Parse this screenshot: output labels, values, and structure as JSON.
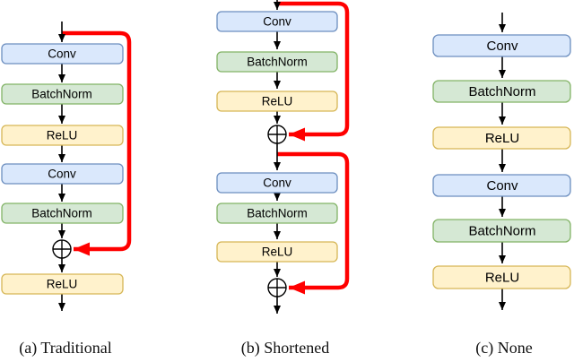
{
  "diagram": {
    "description_visible_text_only": "Three block diagrams comparing skip connection styles",
    "colors": {
      "conv_fill": "#dae8fc",
      "conv_stroke": "#6c8ebf",
      "batchnorm_fill": "#d5e8d4",
      "batchnorm_stroke": "#82b366",
      "relu_fill": "#fff2cc",
      "relu_stroke": "#d6b656",
      "skip_arrow": "#ff0000",
      "flow_arrow": "#000000",
      "background": "#ffffff"
    },
    "columns": [
      {
        "caption": "(a) Traditional",
        "blocks": [
          {
            "kind": "box",
            "style": "conv",
            "label": "Conv"
          },
          {
            "kind": "box",
            "style": "batchnorm",
            "label": "BatchNorm"
          },
          {
            "kind": "box",
            "style": "relu",
            "label": "ReLU"
          },
          {
            "kind": "box",
            "style": "conv",
            "label": "Conv"
          },
          {
            "kind": "box",
            "style": "batchnorm",
            "label": "BatchNorm"
          },
          {
            "kind": "add",
            "label": "⊕"
          },
          {
            "kind": "box",
            "style": "relu",
            "label": "ReLU"
          }
        ],
        "skip_arrows": [
          {
            "from": "input-before-first-conv",
            "to": "add-node-1"
          }
        ]
      },
      {
        "caption": "(b) Shortened",
        "blocks": [
          {
            "kind": "box",
            "style": "conv",
            "label": "Conv"
          },
          {
            "kind": "box",
            "style": "batchnorm",
            "label": "BatchNorm"
          },
          {
            "kind": "box",
            "style": "relu",
            "label": "ReLU"
          },
          {
            "kind": "add",
            "label": "⊕"
          },
          {
            "kind": "box",
            "style": "conv",
            "label": "Conv"
          },
          {
            "kind": "box",
            "style": "batchnorm",
            "label": "BatchNorm"
          },
          {
            "kind": "box",
            "style": "relu",
            "label": "ReLU"
          },
          {
            "kind": "add",
            "label": "⊕"
          }
        ],
        "skip_arrows": [
          {
            "from": "input-before-first-conv",
            "to": "add-node-1"
          },
          {
            "from": "between-add-1-and-second-conv",
            "to": "add-node-2"
          }
        ]
      },
      {
        "caption": "(c) None",
        "blocks": [
          {
            "kind": "box",
            "style": "conv",
            "label": "Conv"
          },
          {
            "kind": "box",
            "style": "batchnorm",
            "label": "BatchNorm"
          },
          {
            "kind": "box",
            "style": "relu",
            "label": "ReLU"
          },
          {
            "kind": "box",
            "style": "conv",
            "label": "Conv"
          },
          {
            "kind": "box",
            "style": "batchnorm",
            "label": "BatchNorm"
          },
          {
            "kind": "box",
            "style": "relu",
            "label": "ReLU"
          }
        ],
        "skip_arrows": []
      }
    ]
  }
}
